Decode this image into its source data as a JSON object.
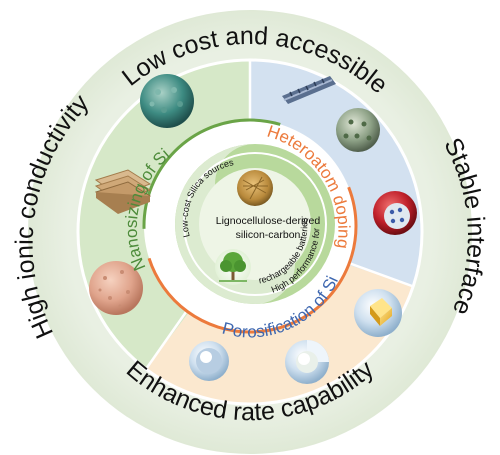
{
  "outer_ring": {
    "top": "Low cost and accessible",
    "left": "High ionic conductivity",
    "right": "Stable interface",
    "bottom": "Enhanced rate capability"
  },
  "inner_ring": {
    "nanosizing": "Nanosizing of Si",
    "heteroatom": "Heteroatom doping",
    "porosification": "Porosification of Si"
  },
  "center": {
    "line1": "Lignocellulose-derived",
    "line2": "silicon-carbon",
    "left_arc": "Low-cost Silica sources",
    "right_arc_1": "High performance for",
    "right_arc_2": "rechargeable batteries"
  },
  "colors": {
    "outer_ring": "#e6eee0",
    "green_sector": "#d6e8c8",
    "blue_sector": "#d3e1f0",
    "orange_sector": "#fbe8cf",
    "accent_orange": "#ec7a3c",
    "accent_green": "#4d8b3a",
    "accent_blue": "#3e67b0"
  }
}
